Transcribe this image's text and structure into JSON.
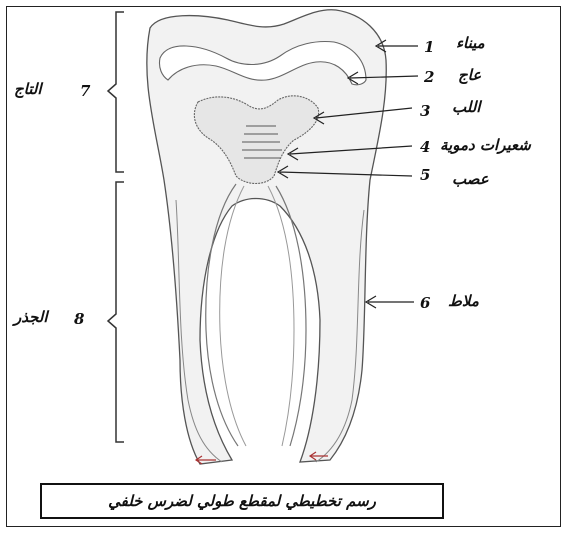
{
  "labels": [
    {
      "num": "1",
      "text": "ميناء"
    },
    {
      "num": "2",
      "text": "عاج"
    },
    {
      "num": "3",
      "text": "اللب"
    },
    {
      "num": "4",
      "text": "شعيرات دموية"
    },
    {
      "num": "5",
      "text": "عصب"
    },
    {
      "num": "6",
      "text": "ملاط"
    }
  ],
  "regions": [
    {
      "num": "7",
      "text": "التاج"
    },
    {
      "num": "8",
      "text": "الجذر"
    }
  ],
  "caption": "رسم تخطيطي لمقطع طولي لضرس خلفي"
}
